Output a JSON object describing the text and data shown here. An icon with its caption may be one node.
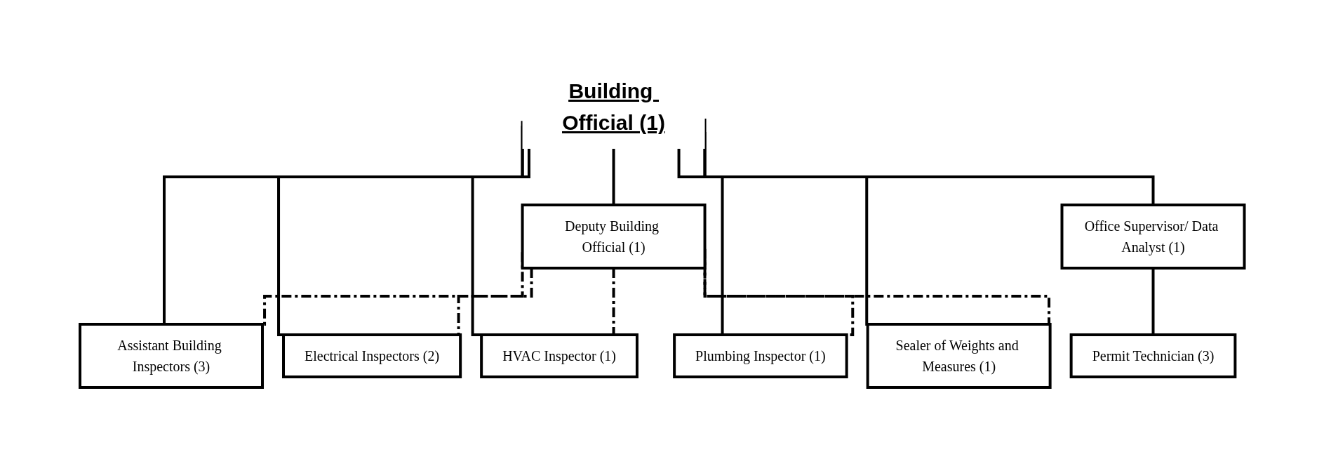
{
  "diagram": {
    "nodes": [
      {
        "text": [
          "Building Official (1)"
        ]
      },
      {
        "text": [
          "Deputy Building Official (1)"
        ]
      },
      {
        "text": [
          "Office Supervisor/ Data Analyst (1)"
        ]
      },
      {
        "text": [
          "Assistant Building Inspectors (3)"
        ]
      },
      {
        "text": [
          "Electrical Inspectors (2)"
        ]
      },
      {
        "text": [
          "HVAC Inspector (1)"
        ]
      },
      {
        "text": [
          "Plumbing Inspector (1)"
        ]
      },
      {
        "text": [
          "Sealer of Weights and Measures (1)"
        ]
      },
      {
        "text": [
          "Permit Technician (3)"
        ]
      }
    ],
    "edges": [
      {
        "from": 0,
        "to": 1,
        "arrow": "none"
      },
      {
        "from": 0,
        "to": 2,
        "arrow": "none"
      },
      {
        "from": 0,
        "to": 3,
        "arrow": "none"
      },
      {
        "from": 0,
        "to": 4,
        "arrow": "none"
      },
      {
        "from": 0,
        "to": 5,
        "arrow": "none"
      },
      {
        "from": 0,
        "to": 6,
        "arrow": "none"
      },
      {
        "from": 0,
        "to": 7,
        "arrow": "none"
      },
      {
        "from": 2,
        "to": 8,
        "arrow": "none"
      },
      {
        "from": 1,
        "to": 3,
        "arrow": "none",
        "style": "dashed"
      },
      {
        "from": 1,
        "to": 4,
        "arrow": "none",
        "style": "dashed"
      },
      {
        "from": 1,
        "to": 5,
        "arrow": "none",
        "style": "dashed"
      },
      {
        "from": 1,
        "to": 6,
        "arrow": "none",
        "style": "dashed"
      },
      {
        "from": 1,
        "to": 7,
        "arrow": "none",
        "style": "dashed"
      }
    ]
  }
}
